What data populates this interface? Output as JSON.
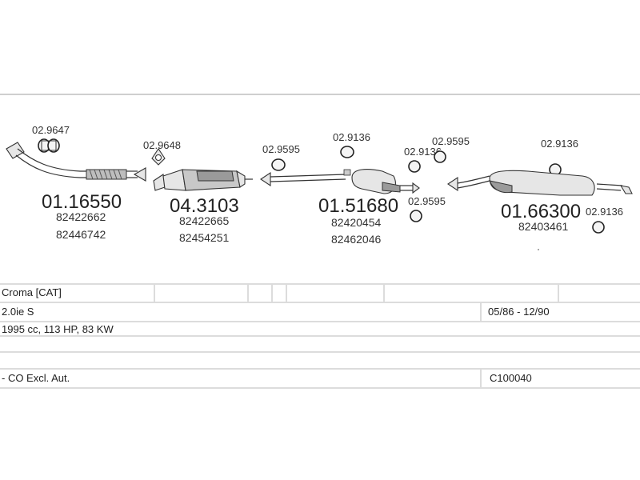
{
  "parts": [
    {
      "id": "gasket-1",
      "code": "02.9647"
    },
    {
      "id": "front-pipe",
      "code": "01.16550",
      "oe": [
        "82422662",
        "82446742"
      ]
    },
    {
      "id": "gasket-2",
      "code": "02.9648"
    },
    {
      "id": "catalyst",
      "code": "04.3103",
      "oe": [
        "82422665",
        "82454251"
      ]
    },
    {
      "id": "ring-1",
      "code": "02.9595"
    },
    {
      "id": "ring-2",
      "code": "02.9136"
    },
    {
      "id": "middle-silencer",
      "code": "01.51680",
      "oe": [
        "82420454",
        "82462046"
      ]
    },
    {
      "id": "ring-3",
      "code": "02.9136"
    },
    {
      "id": "ring-4",
      "code": "02.9595"
    },
    {
      "id": "ring-5",
      "code": "02.9595"
    },
    {
      "id": "ring-6",
      "code": "02.9136"
    },
    {
      "id": "rear-silencer",
      "code": "01.66300",
      "oe": [
        "82403461"
      ]
    },
    {
      "id": "ring-7",
      "code": "02.9136"
    }
  ],
  "table": {
    "model": "Croma  [CAT]",
    "engine": "2.0ie S",
    "years": "05/86 - 12/90",
    "spec": "1995 cc, 113 HP, 83 KW",
    "note": "- CO Excl. Aut.",
    "ref": "C100040"
  }
}
